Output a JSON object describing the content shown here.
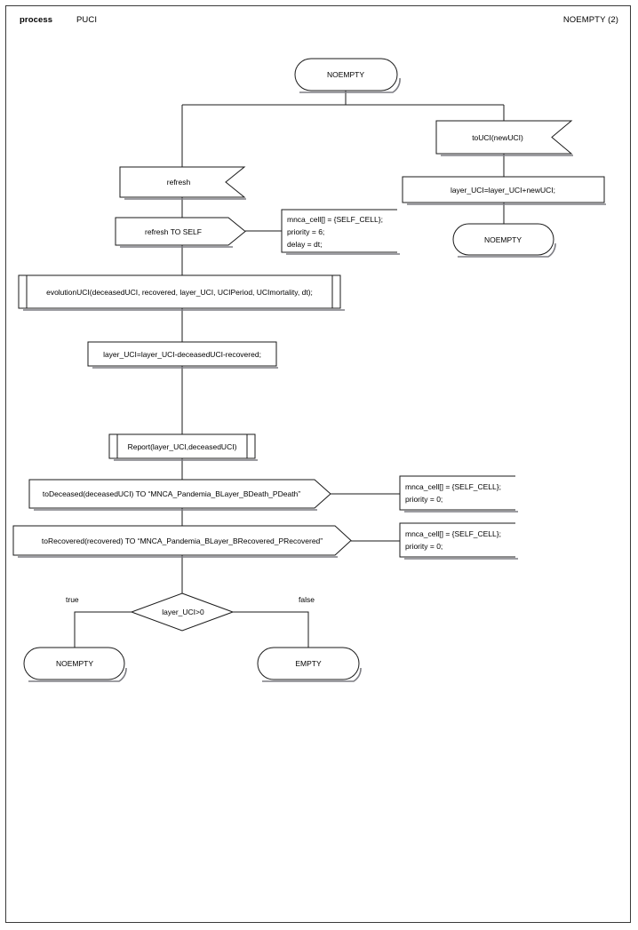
{
  "header": {
    "kind_label": "process",
    "process_name": "PUCI",
    "page_ref": "NOEMPTY (2)"
  },
  "diagram": {
    "type": "sdl-process-flowchart",
    "nodes": [
      {
        "id": "state_start",
        "shape": "state",
        "text": "NOEMPTY"
      },
      {
        "id": "input_touci",
        "shape": "input",
        "text": "toUCI(newUCI)"
      },
      {
        "id": "task_addnew",
        "shape": "task",
        "text": "layer_UCI=layer_UCI+newUCI;"
      },
      {
        "id": "state_noempty_r",
        "shape": "state",
        "text": "NOEMPTY"
      },
      {
        "id": "input_refresh",
        "shape": "input",
        "text": "refresh"
      },
      {
        "id": "output_refresh",
        "shape": "output",
        "text": "refresh TO SELF"
      },
      {
        "id": "comment_refresh",
        "shape": "comment",
        "text": "mnca_cell[] = {SELF_CELL};\npriority = 6;\ndelay = dt;"
      },
      {
        "id": "call_evolution",
        "shape": "procedure",
        "text": "evolutionUCI(deceasedUCI, recovered, layer_UCI, UCIPeriod, UCImortality, dt);"
      },
      {
        "id": "task_subtract",
        "shape": "task",
        "text": "layer_UCI=layer_UCI-deceasedUCI-recovered;"
      },
      {
        "id": "call_report",
        "shape": "procedure",
        "text": "Report(layer_UCI,deceasedUCI)"
      },
      {
        "id": "output_todeceased",
        "shape": "output",
        "text": "toDeceased(deceasedUCI) TO “MNCA_Pandemia_BLayer_BDeath_PDeath”"
      },
      {
        "id": "comment_todeceased",
        "shape": "comment",
        "text": "mnca_cell[] = {SELF_CELL};\npriority = 0;"
      },
      {
        "id": "output_torecovered",
        "shape": "output",
        "text": "toRecovered(recovered) TO “MNCA_Pandemia_BLayer_BRecovered_PRecovered”"
      },
      {
        "id": "comment_torecovered",
        "shape": "comment",
        "text": "mnca_cell[] = {SELF_CELL};\npriority = 0;"
      },
      {
        "id": "decision_layer",
        "shape": "decision",
        "text": "layer_UCI>0"
      },
      {
        "id": "branch_true",
        "shape": "branch-label",
        "text": "true"
      },
      {
        "id": "branch_false",
        "shape": "branch-label",
        "text": "false"
      },
      {
        "id": "state_noempty_end",
        "shape": "state",
        "text": "NOEMPTY"
      },
      {
        "id": "state_empty_end",
        "shape": "state",
        "text": "EMPTY"
      }
    ],
    "comment_lines": {
      "refresh": [
        "mnca_cell[] = {SELF_CELL};",
        "priority = 6;",
        "delay = dt;"
      ],
      "todeceased": [
        "mnca_cell[] = {SELF_CELL};",
        "priority = 0;"
      ],
      "torecovered": [
        "mnca_cell[] = {SELF_CELL};",
        "priority = 0;"
      ]
    }
  },
  "colors": {
    "line": "#1a1a1a",
    "shadow": "#7d7d83",
    "background": "#ffffff",
    "frame": "#3a3a3a"
  }
}
